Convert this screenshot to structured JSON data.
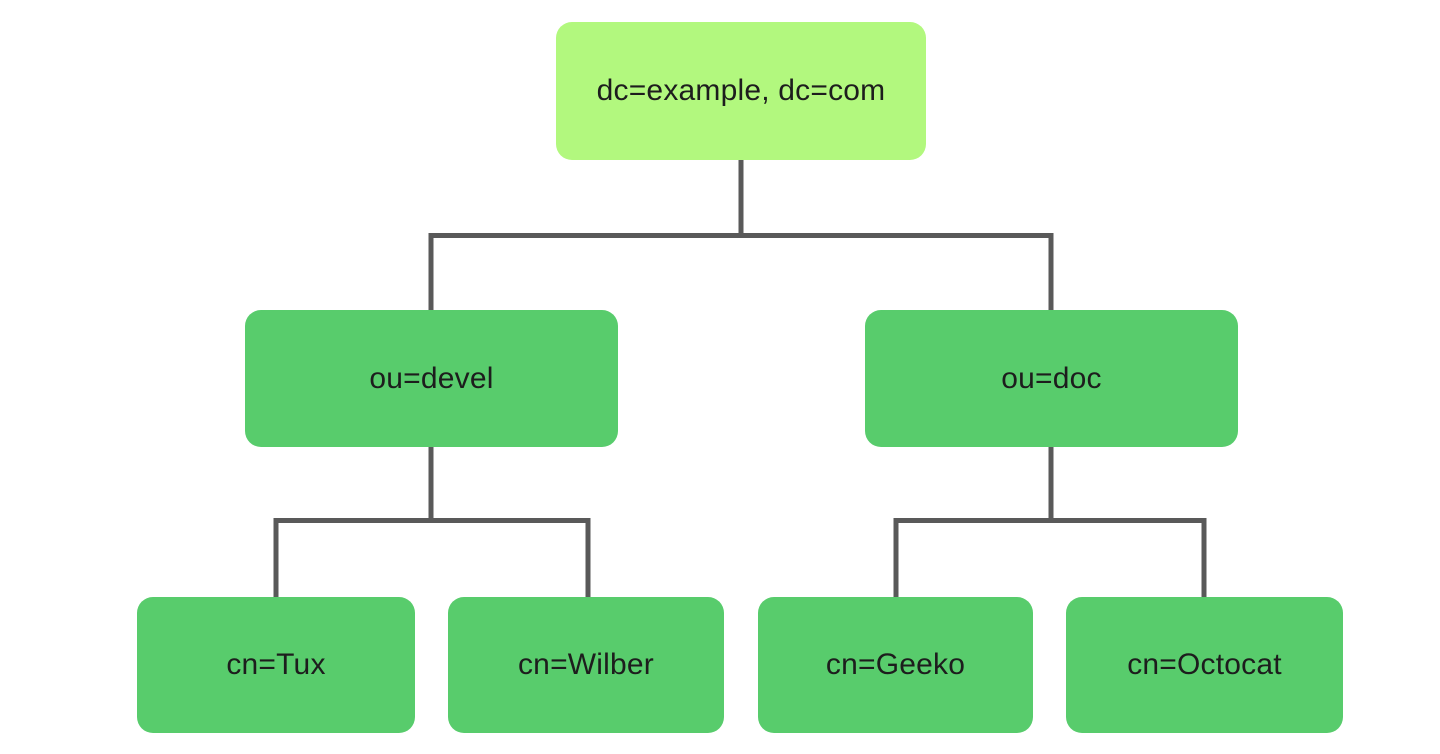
{
  "diagram": {
    "type": "tree",
    "description": "LDAP directory information tree",
    "colors": {
      "background": "#ffffff",
      "root_fill": "#b2f87e",
      "node_fill": "#58cc6c",
      "connector": "#595959",
      "text": "#1d1d1d"
    },
    "nodes": [
      {
        "id": "root",
        "label": "dc=example, dc=com",
        "level": 0,
        "parent": null,
        "fill": "#b2f87e"
      },
      {
        "id": "ou-devel",
        "label": "ou=devel",
        "level": 1,
        "parent": "root",
        "fill": "#58cc6c"
      },
      {
        "id": "ou-doc",
        "label": "ou=doc",
        "level": 1,
        "parent": "root",
        "fill": "#58cc6c"
      },
      {
        "id": "cn-tux",
        "label": "cn=Tux",
        "level": 2,
        "parent": "ou-devel",
        "fill": "#58cc6c"
      },
      {
        "id": "cn-wilber",
        "label": "cn=Wilber",
        "level": 2,
        "parent": "ou-devel",
        "fill": "#58cc6c"
      },
      {
        "id": "cn-geeko",
        "label": "cn=Geeko",
        "level": 2,
        "parent": "ou-doc",
        "fill": "#58cc6c"
      },
      {
        "id": "cn-octocat",
        "label": "cn=Octocat",
        "level": 2,
        "parent": "ou-doc",
        "fill": "#58cc6c"
      }
    ]
  }
}
